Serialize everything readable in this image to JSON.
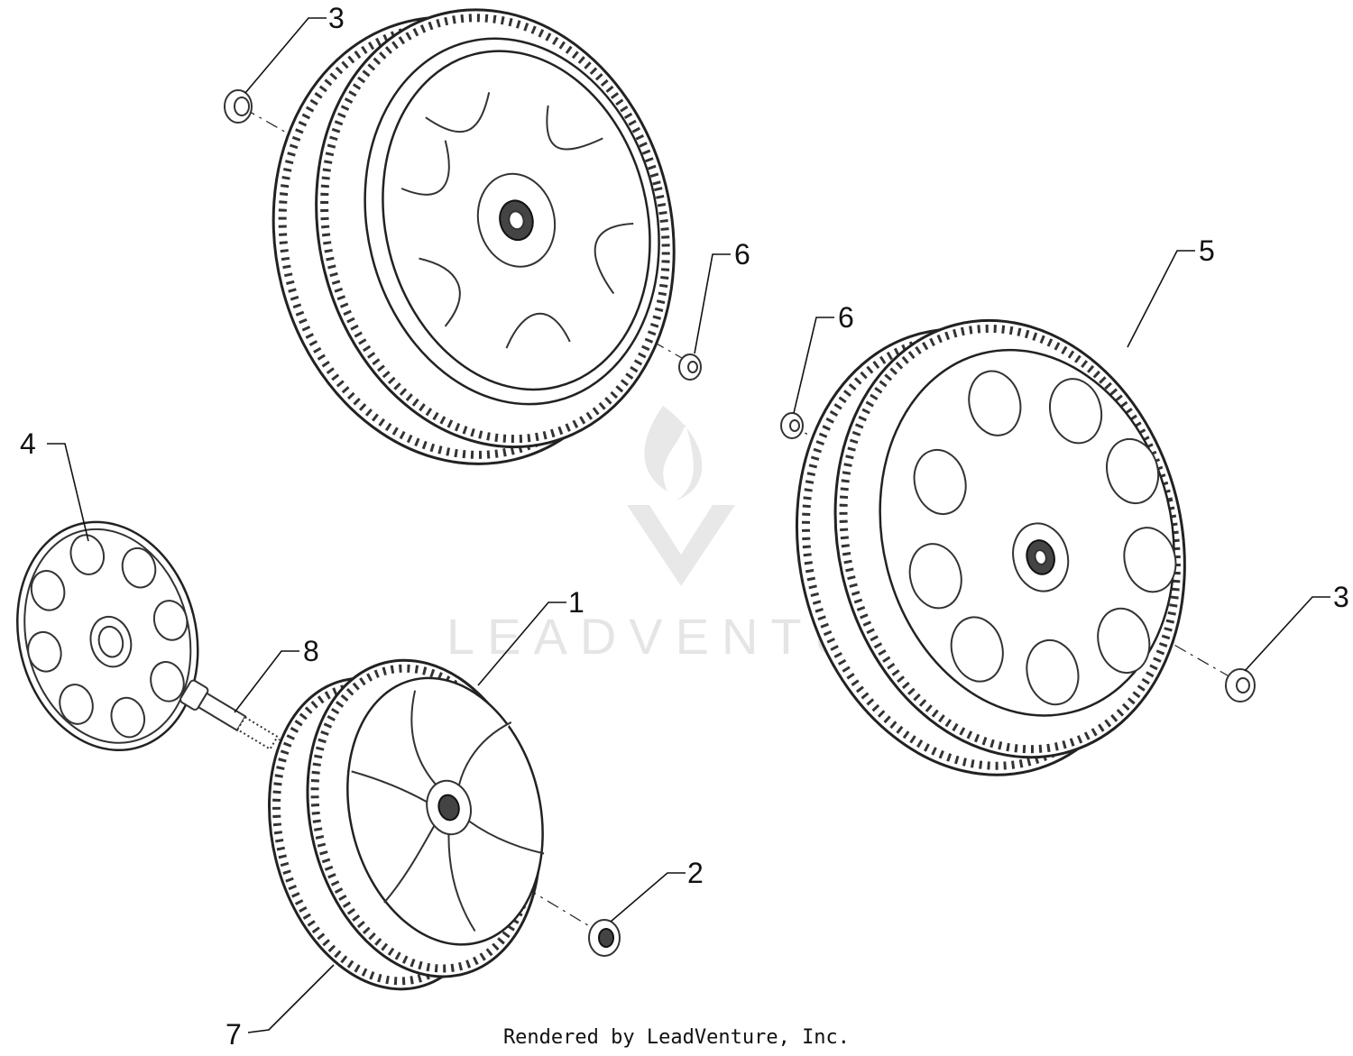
{
  "watermark": "LEADVENTURE",
  "footer": "Rendered by LeadVenture, Inc.",
  "callouts": {
    "c1": "1",
    "c2": "2",
    "c3a": "3",
    "c3b": "3",
    "c4": "4",
    "c5": "5",
    "c6a": "6",
    "c6b": "6",
    "c7": "7",
    "c8": "8"
  }
}
